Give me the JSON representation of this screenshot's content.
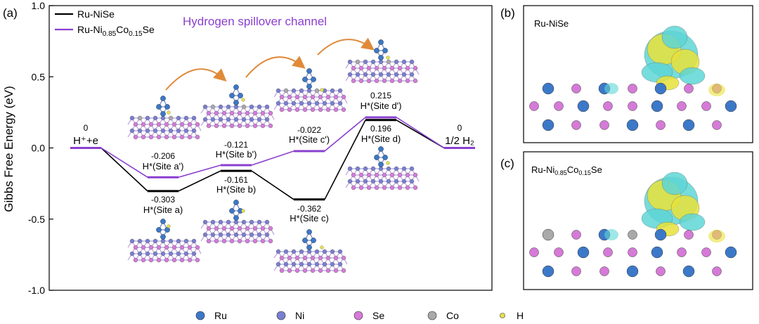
{
  "panels": {
    "a": "(a)",
    "b": "(b)",
    "c": "(c)",
    "b_title": "Ru-NiSe",
    "c_title_main": "Ru-Ni",
    "c_title_sub1": "0.85",
    "c_title_mid": "Co",
    "c_title_sub2": "0.15",
    "c_title_end": "Se"
  },
  "headline": "Hydrogen spillover channel",
  "legend_atoms": [
    {
      "symbol": "Ru",
      "color": "#3c78c8"
    },
    {
      "symbol": "Ni",
      "color": "#7a7ed0"
    },
    {
      "symbol": "Se",
      "color": "#d67ad8"
    },
    {
      "symbol": "Co",
      "color": "#a9a9a9"
    },
    {
      "symbol": "H",
      "color": "#e6e04a"
    }
  ],
  "colors": {
    "ru_nise": "#000000",
    "ru_nicose": "#8a3fd0",
    "arrow": "#e08a3a",
    "charge_yellow": "#e8e23a",
    "charge_cyan": "#5fd6d6"
  },
  "chart_data": {
    "type": "line",
    "ylabel": "Gibbs Free Energy (eV)",
    "ylim": [
      -1.0,
      1.0
    ],
    "yticks": [
      "1.0",
      "0.5",
      "0.0",
      "-0.5",
      "-1.0"
    ],
    "series": [
      {
        "name": "Ru-NiSe",
        "color": "#000000",
        "steps": [
          {
            "value": 0,
            "label": "0",
            "state": "H⁺+e"
          },
          {
            "value": -0.303,
            "label": "-0.303",
            "state": "H*(Site a)"
          },
          {
            "value": -0.161,
            "label": "-0.161",
            "state": "H*(Site b)"
          },
          {
            "value": -0.362,
            "label": "-0.362",
            "state": "H*(Site c)"
          },
          {
            "value": 0.196,
            "label": "0.196",
            "state": "H*(Site d)"
          },
          {
            "value": 0,
            "label": "0",
            "state": "1/2 H₂"
          }
        ]
      },
      {
        "name_main": "Ru-Ni",
        "name_sub1": "0.85",
        "name_mid": "Co",
        "name_sub2": "0.15",
        "name_end": "Se",
        "color": "#8a3fd0",
        "steps": [
          {
            "value": 0,
            "label": "0",
            "state": "H⁺+e"
          },
          {
            "value": -0.206,
            "label": "-0.206",
            "state": "H*(Site a')"
          },
          {
            "value": -0.121,
            "label": "-0.121",
            "state": "H*(Site b')"
          },
          {
            "value": -0.022,
            "label": "-0.022",
            "state": "H*(Site c')"
          },
          {
            "value": 0.215,
            "label": "0.215",
            "state": "H*(Site d')"
          },
          {
            "value": 0,
            "label": "0",
            "state": "1/2 H₂"
          }
        ]
      }
    ]
  }
}
